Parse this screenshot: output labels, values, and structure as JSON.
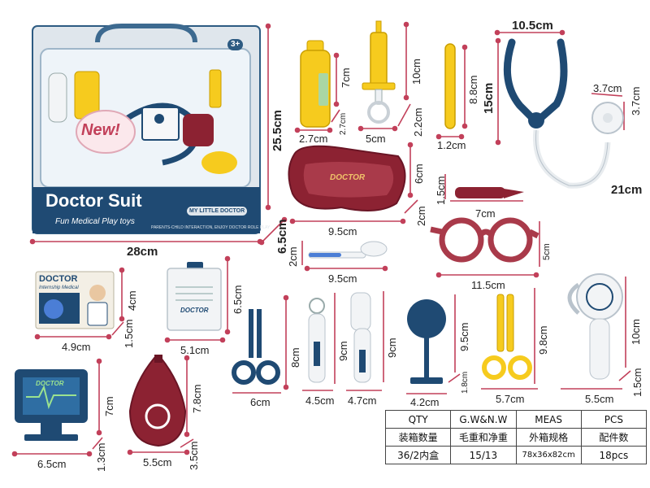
{
  "package": {
    "badge_new": "New!",
    "title": "Doctor Suit",
    "subtitle": "Fun Medical Play toys",
    "tag": "MY LITTLE DOCTOR",
    "age": "3+",
    "tagline": "PARENTS-CHILD INTERACTION, ENJOY DOCTOR ROLE PLAY"
  },
  "card_labels": {
    "doctor_card_title": "DOCTOR",
    "doctor_card_sub": "Internship Medical",
    "monitor_logo": "DOCTOR",
    "badge_logo": "DOCTOR",
    "tray_logo": "DOCTOR"
  },
  "dimensions": {
    "pkg_width": "28cm",
    "pkg_height": "25.5cm",
    "pkg_depth": "6.5cm",
    "bottle_w": "2.7cm",
    "bottle_h": "7cm",
    "bottle_d": "2.7cm",
    "syringe_w": "5cm",
    "syringe_h": "10cm",
    "syringe_d": "2.2cm",
    "stick_w": "1.2cm",
    "stick_h": "8.8cm",
    "steth_w": "10.5cm",
    "steth_h": "15cm",
    "steth_head_w": "3.7cm",
    "steth_head_h": "3.7cm",
    "steth_len": "21cm",
    "tray_w": "9.5cm",
    "tray_h": "6cm",
    "tray_d": "2cm",
    "scalpel_w": "7cm",
    "scalpel_h": "1.5cm",
    "glasses_w": "11.5cm",
    "glasses_h": "5cm",
    "spoon_w": "9.5cm",
    "spoon_h": "2cm",
    "card_w": "4.9cm",
    "card_h": "4cm",
    "card_d": "1.5cm",
    "badge_w": "5.1cm",
    "badge_h": "6.5cm",
    "scissors_w": "6cm",
    "scissors_h": "8cm",
    "otoscope_w": "4.5cm",
    "otoscope_h": "9cm",
    "thermo_w": "4.7cm",
    "thermo_h": "9cm",
    "reflector_w": "4.2cm",
    "reflector_h": "9.5cm",
    "reflector_d": "1.8cm",
    "yscissors_w": "5.7cm",
    "yscissors_h": "9.8cm",
    "pressure_w": "5.5cm",
    "pressure_h": "10cm",
    "pressure_d": "1.5cm",
    "monitor_w": "6.5cm",
    "monitor_h": "7cm",
    "monitor_d": "1.3cm",
    "bulb_w": "5.5cm",
    "bulb_h": "7.8cm",
    "bulb_d": "3.5cm"
  },
  "spec_table": {
    "headers": [
      "QTY\n装箱数量",
      "G.W&N.W\n毛重和净重",
      "MEAS\n外箱规格",
      "PCS\n配件数"
    ],
    "header_en": [
      "QTY",
      "G.W&N.W",
      "MEAS",
      "PCS"
    ],
    "header_cn": [
      "装箱数量",
      "毛重和净重",
      "外箱规格",
      "配件数"
    ],
    "values": [
      "36/2内盒",
      "15/13",
      "78x36x82cm",
      "18pcs"
    ]
  },
  "colors": {
    "navy": "#1f4a73",
    "yellow": "#f6cb1e",
    "maroon": "#8c2232",
    "white_part": "#f2f4f6",
    "dim_line": "#c2405a",
    "package_blue": "#2d5b82"
  }
}
